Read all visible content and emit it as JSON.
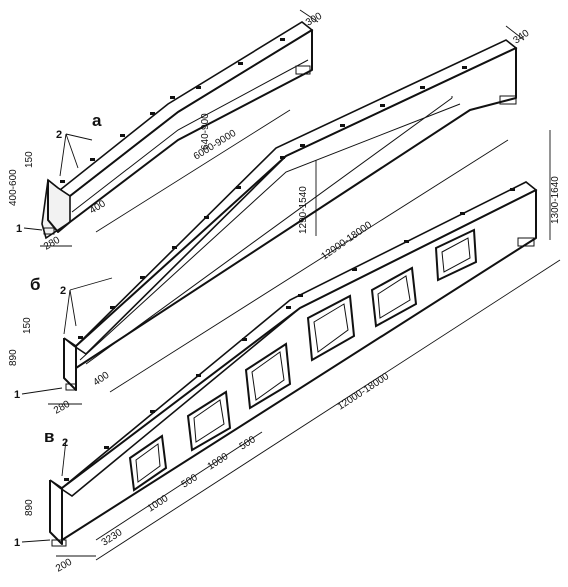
{
  "figure": {
    "variants": [
      {
        "letter": "а",
        "dims": {
          "top_width": "300",
          "end_height": "400-600",
          "top_flange": "150",
          "mid_height": "640-900",
          "span": "6000-9000",
          "web": "400",
          "bottom_width": "280"
        }
      },
      {
        "letter": "б",
        "dims": {
          "top_width": "340",
          "mid_height": "1290-1540",
          "span": "12000-18000",
          "top_flange": "150",
          "end_height": "890",
          "web": "400",
          "bottom_width": "280"
        }
      },
      {
        "letter": "в",
        "dims": {
          "mid_height": "1300-1640",
          "span": "12000-18000",
          "end_height": "890",
          "bottom_width": "200",
          "end_panel": "3230",
          "spacing_1": "1000",
          "spacing_2": "500",
          "spacing_3": "1000",
          "spacing_4": "500"
        }
      }
    ],
    "callouts": {
      "inserts": "2",
      "support_plate": "1"
    }
  }
}
